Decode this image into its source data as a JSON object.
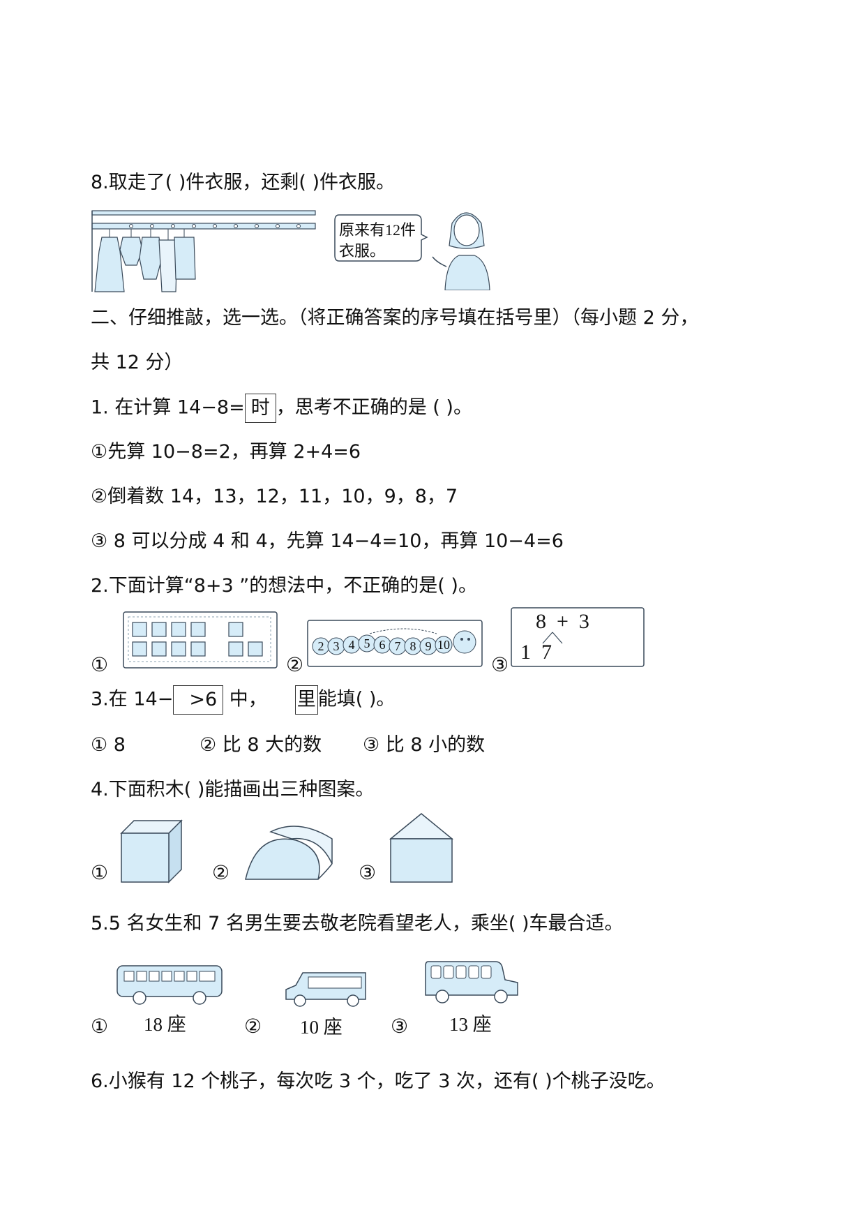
{
  "q8": {
    "text": "8.取走了(   )件衣服，还剩(   )件衣服。",
    "speech_line1": "原来有12件",
    "speech_line2": "衣服。"
  },
  "section2": {
    "heading_line1": "二、仔细推敲，选一选。（将正确答案的序号填在括号里）（每小题 2 分，",
    "heading_line2": "共 12 分）"
  },
  "q1": {
    "prefix": "1. 在计算 14−8=",
    "box_text": "时",
    "suffix": "，思考不正确的是  (      )。",
    "opt1": "①先算 10−8=2，再算 2+4=6",
    "opt2": "②倒着数 14，13，12，11，10，9，8，7",
    "opt3": "③ 8 可以分成 4 和 4，先算 14−4=10，再算 10−4=6"
  },
  "q2": {
    "text": "2.下面计算“8+3 ”的想法中，不正确的是(      )。",
    "m1": "①",
    "m2": "②",
    "m3": "③",
    "caterpillar": [
      "2",
      "3",
      "4",
      "5",
      "6",
      "7",
      "8",
      "9",
      "10"
    ],
    "eq_top": "8  +  3",
    "eq_bottom": "1  7"
  },
  "q3": {
    "prefix": "3.在 14−",
    "box1": ">6",
    "middle": " 中，",
    "box2": "里",
    "suffix": "能填(      )。",
    "opt1": "① 8",
    "opt2": "② 比 8 大的数",
    "opt3": "③ 比 8 小的数"
  },
  "q4": {
    "text": "4.下面积木(      )能描画出三种图案。",
    "m1": "①",
    "m2": "②",
    "m3": "③"
  },
  "q5": {
    "text": "5.5 名女生和 7 名男生要去敬老院看望老人，乘坐(      )车最合适。",
    "m1": "①",
    "m2": "②",
    "m3": "③",
    "bus1": "18 座",
    "bus2": "10 座",
    "bus3": "13 座"
  },
  "q6": {
    "text": "6.小猴有 12 个桃子，每次吃 3 个，吃了 3 次，还有(    )个桃子没吃。"
  },
  "colors": {
    "light_blue": "#d6ecf8",
    "outline": "#3a4a5a"
  }
}
